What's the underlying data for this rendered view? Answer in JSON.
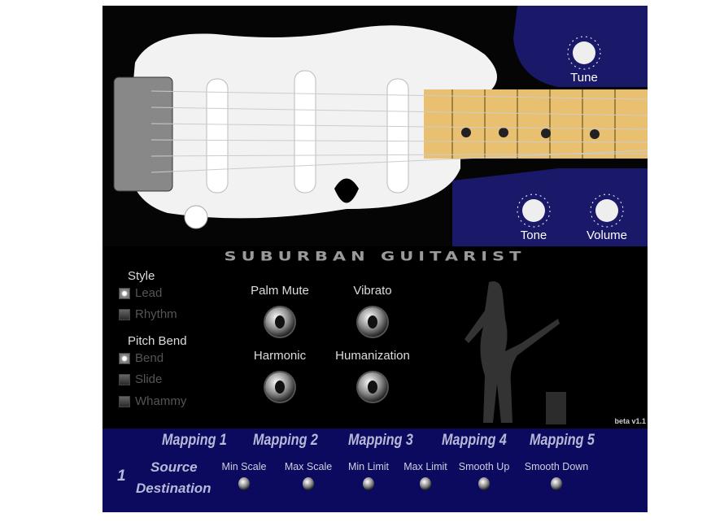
{
  "top_knobs": [
    {
      "label": "Tune"
    },
    {
      "label": "Tone"
    },
    {
      "label": "Volume"
    }
  ],
  "title": "SUBURBAN GUITARIST",
  "style": {
    "label": "Style",
    "options": [
      {
        "label": "Lead",
        "selected": true
      },
      {
        "label": "Rhythm",
        "selected": false
      }
    ]
  },
  "pitch_bend": {
    "label": "Pitch Bend",
    "options": [
      {
        "label": "Bend",
        "selected": true
      },
      {
        "label": "Slide",
        "selected": false
      },
      {
        "label": "Whammy",
        "selected": false
      }
    ]
  },
  "effects": [
    {
      "label": "Palm Mute"
    },
    {
      "label": "Vibrato"
    },
    {
      "label": "Harmonic"
    },
    {
      "label": "Humanization"
    }
  ],
  "version": "beta v1.1",
  "mapping": {
    "tabs": [
      "Mapping 1",
      "Mapping 2",
      "Mapping 3",
      "Mapping 4",
      "Mapping 5"
    ],
    "row_number": "1",
    "source_label": "Source",
    "destination_label": "Destination",
    "params": [
      "Min Scale",
      "Max Scale",
      "Min Limit",
      "Max Limit",
      "Smooth Up",
      "Smooth Down"
    ]
  },
  "colors": {
    "mapping_bg": "#0b0a5e",
    "panel_blue": "#14125e"
  }
}
